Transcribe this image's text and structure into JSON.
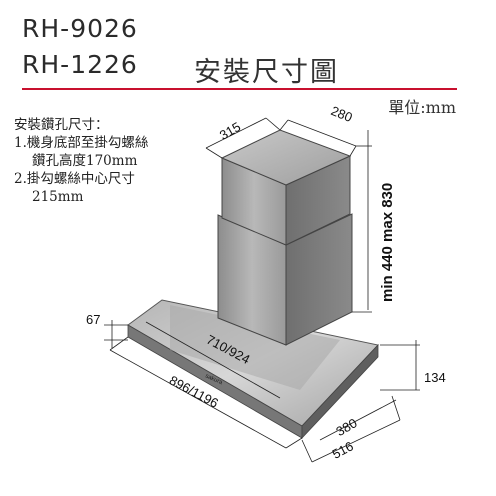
{
  "header": {
    "model_line1": "RH-9026",
    "model_line2": "RH-1226",
    "title": "安裝尺寸圖",
    "unit": "單位:mm",
    "accent_color": "#c8102e"
  },
  "notes": {
    "heading": "安裝鑽孔尺寸：",
    "item1_line1": "1.機身底部至掛勾螺絲",
    "item1_line2": "鑽孔高度170mm",
    "item2_line1": "2.掛勾螺絲中心尺寸",
    "item2_line2": "215mm"
  },
  "dimensions": {
    "chimney_width": "315",
    "chimney_depth": "280",
    "height_range": "min 440 max 830",
    "canopy_thickness": "67",
    "width_front": "710/924",
    "width_total": "896/1196",
    "depth_inner": "380",
    "depth_total": "516",
    "height_side": "134",
    "brand_mark": "sakura"
  }
}
